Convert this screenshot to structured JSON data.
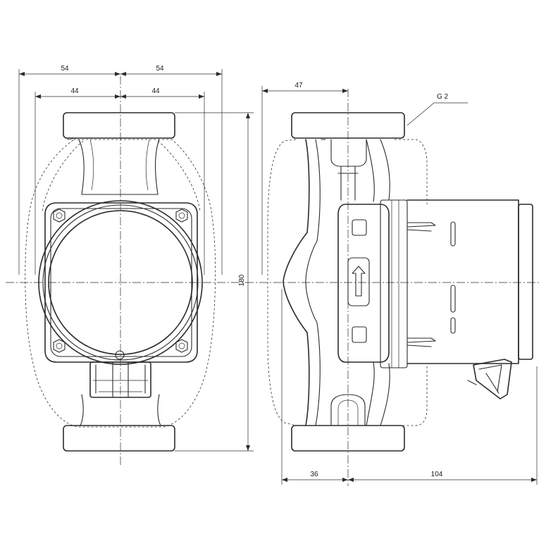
{
  "dimensions": {
    "front_outer_left": "54",
    "front_outer_right": "54",
    "front_inner_left": "44",
    "front_inner_right": "44",
    "overall_height": "180",
    "side_top": "47",
    "thread_label": "G 2",
    "side_bottom_left": "36",
    "side_bottom_right": "104"
  }
}
